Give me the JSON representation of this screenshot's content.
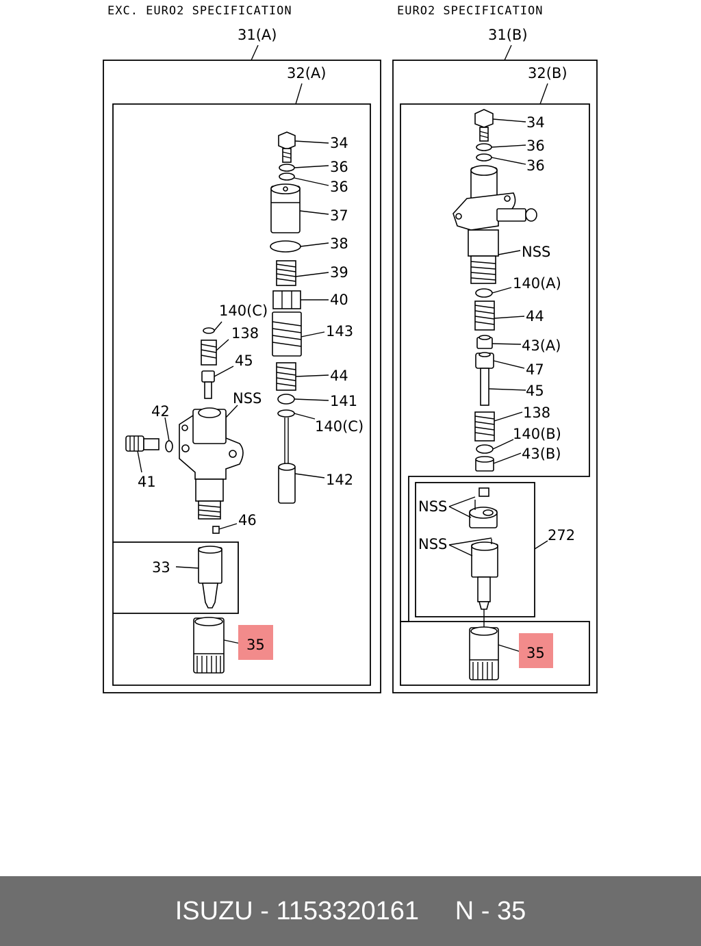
{
  "headers": {
    "left": "EXC. EURO2 SPECIFICATION",
    "right": "EURO2 SPECIFICATION"
  },
  "left": {
    "assembly": "31(A)",
    "subassembly": "32(A)",
    "labels": [
      "34",
      "36",
      "36",
      "37",
      "38",
      "39",
      "40",
      "143",
      "44",
      "141",
      "140(C)",
      "142",
      "140(C)",
      "138",
      "45",
      "NSS",
      "42",
      "41",
      "46",
      "33",
      "35"
    ]
  },
  "right": {
    "assembly": "31(B)",
    "subassembly": "32(B)",
    "labels": [
      "34",
      "36",
      "36",
      "NSS",
      "140(A)",
      "44",
      "43(A)",
      "47",
      "45",
      "138",
      "140(B)",
      "43(B)",
      "NSS",
      "NSS",
      "272",
      "35"
    ]
  },
  "highlight_color": "#f28b8b",
  "footer": {
    "text": "ISUZU - 1153320161     N - 35"
  }
}
